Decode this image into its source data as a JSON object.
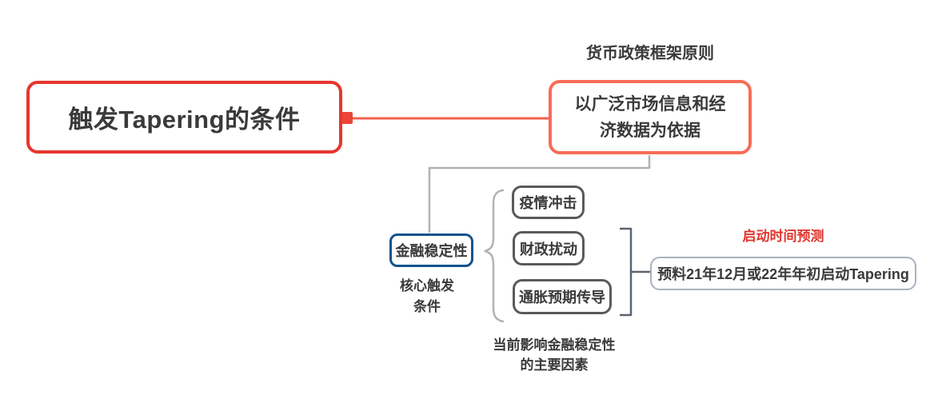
{
  "diagram_title": "触发Tapering的条件",
  "nodes": {
    "root": {
      "label": "触发Tapering的条件"
    },
    "principle": {
      "caption": "货币政策框架原则",
      "label": "以广泛市场信息和经济数据为依据"
    },
    "trigger": {
      "label": "金融稳定性",
      "caption": "核心触发条件"
    },
    "factors": [
      {
        "label": "疫情冲击"
      },
      {
        "label": "财政扰动"
      },
      {
        "label": "通胀预期传导"
      }
    ],
    "factors_caption": "当前影响金融稳定性的主要因素",
    "prediction": {
      "caption": "启动时间预测",
      "label": "预料21年12月或22年年初启动Tapering"
    }
  },
  "colors": {
    "root_border": "#e6362e",
    "root_connector": "#f0614f",
    "connector_plug": "#ec4438",
    "principle_border": "#f76c57",
    "trigger_border": "#12538c",
    "factor_border": "#5a5a5a",
    "prediction_border": "#a9b2bf",
    "gray_wire": "#b2b2b2",
    "bracket": "#5a6372",
    "text": "#3a3a3a",
    "accent_text": "#e0352d",
    "background": "#ffffff"
  }
}
